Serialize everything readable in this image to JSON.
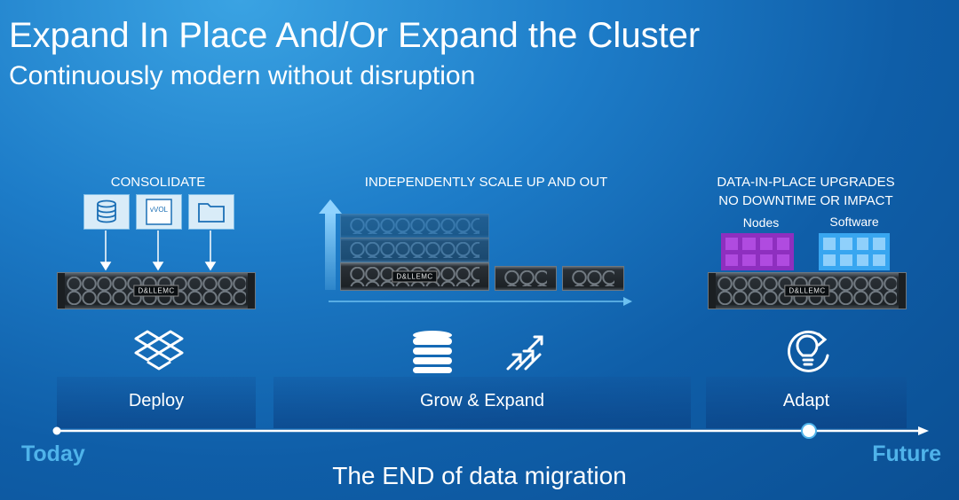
{
  "slide": {
    "title": "Expand In Place And/Or Expand the Cluster",
    "subtitle": "Continuously modern without disruption"
  },
  "sections": {
    "consolidate": {
      "caption": "CONSOLIDATE",
      "vvol_label": "vVOL",
      "label": "Deploy"
    },
    "scale": {
      "caption": "INDEPENDENTLY SCALE UP AND OUT",
      "label": "Grow & Expand"
    },
    "upgrade": {
      "caption_line1": "DATA-IN-PLACE UPGRADES",
      "caption_line2": "NO DOWNTIME OR IMPACT",
      "nodes_label": "Nodes",
      "software_label": "Software",
      "label": "Adapt"
    }
  },
  "server_badge": "D&LLEMC",
  "timeline": {
    "start": "Today",
    "end": "Future",
    "caption": "The END of data migration"
  },
  "colors": {
    "accent_light_blue": "#4fb3ea",
    "nodes_purple": "#8e2fbf",
    "software_blue": "#38a6f0"
  },
  "icons": [
    "database-icon",
    "vvol-icon",
    "folder-icon",
    "dropbox-icon",
    "database-stack-icon",
    "scale-arrows-icon",
    "lightbulb-refresh-icon",
    "up-arrow-icon"
  ]
}
